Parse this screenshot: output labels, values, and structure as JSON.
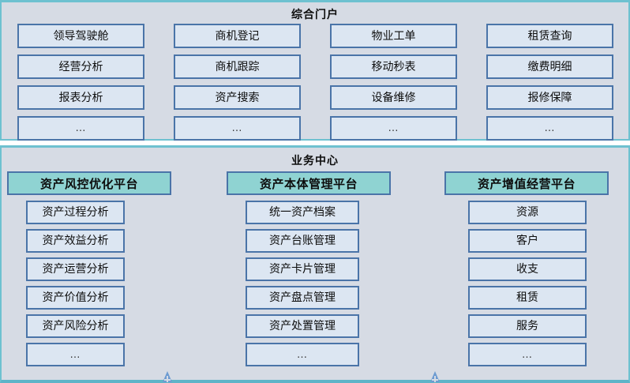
{
  "portal": {
    "title": "综合门户",
    "columns": [
      {
        "items": [
          "领导驾驶舱",
          "经营分析",
          "报表分析",
          "…"
        ]
      },
      {
        "items": [
          "商机登记",
          "商机跟踪",
          "资产搜索",
          "…"
        ]
      },
      {
        "items": [
          "物业工单",
          "移动秒表",
          "设备维修",
          "…"
        ]
      },
      {
        "items": [
          "租赁查询",
          "缴费明细",
          "报修保障",
          "…"
        ]
      }
    ]
  },
  "business": {
    "title": "业务中心",
    "platforms": [
      {
        "header": "资产风控优化平台",
        "items": [
          "资产过程分析",
          "资产效益分析",
          "资产运营分析",
          "资产价值分析",
          "资产风险分析",
          "…"
        ]
      },
      {
        "header": "资产本体管理平台",
        "items": [
          "统一资产档案",
          "资产台账管理",
          "资产卡片管理",
          "资产盘点管理",
          "资产处置管理",
          "…"
        ]
      },
      {
        "header": "资产增值经营平台",
        "items": [
          "资源",
          "客户",
          "收支",
          "租赁",
          "服务",
          "…"
        ]
      }
    ]
  },
  "decorations": {
    "arrow_left": "up-arrow-icon",
    "arrow_right": "up-arrow-icon"
  },
  "colors": {
    "panel_background": "#d6dbe4",
    "panel_border": "#6ec1d0",
    "tile_background": "#dce6f2",
    "tile_border": "#4a74a8",
    "platform_header_background": "#8fd3d2",
    "text": "#0d0d0d"
  }
}
